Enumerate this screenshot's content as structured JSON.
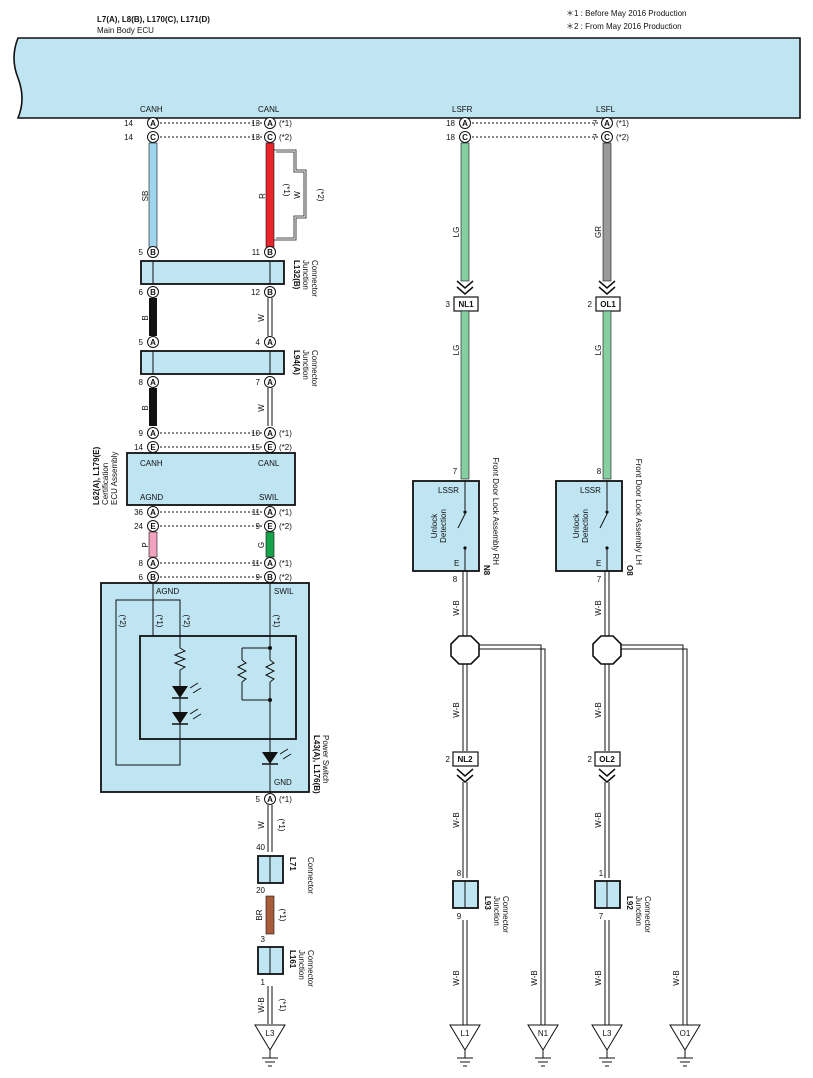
{
  "notes": {
    "n1": "＊1 : Before May 2016 Production",
    "n2": "＊2 : From May 2016 Production"
  },
  "ecu": {
    "code": "L7(A), L8(B), L170(C), L171(D)",
    "name": "Main Body ECU"
  },
  "signals": {
    "canh": "CANH",
    "canl": "CANL",
    "lsfr": "LSFR",
    "lsfl": "LSFL",
    "agnd": "AGND",
    "swil": "SWIL",
    "gnd": "GND",
    "lssr": "LSSR",
    "e": "E"
  },
  "marks": {
    "m1": "(*1)",
    "m2": "(*2)"
  },
  "connectors": {
    "A": "A",
    "B": "B",
    "C": "C",
    "E": "E",
    "nl1": "NL1",
    "ol1": "OL1",
    "nl2": "NL2",
    "ol2": "OL2"
  },
  "pins": {
    "p14": "14",
    "p13": "13",
    "p18": "18",
    "p7": "7",
    "p5": "5",
    "p11": "11",
    "p6": "6",
    "p12": "12",
    "p4": "4",
    "p8": "8",
    "p9": "9",
    "p10": "10",
    "p15": "15",
    "p36": "36",
    "p24": "24",
    "p3": "3",
    "p2": "2",
    "p40": "40",
    "p20": "20",
    "p1": "1"
  },
  "wires": {
    "sb": "SB",
    "r": "R",
    "w": "W",
    "b": "B",
    "lg": "LG",
    "gr": "GR",
    "p": "P",
    "g": "G",
    "wb": "W-B",
    "br": "BR"
  },
  "components": {
    "l132_code": "L132(B)",
    "l132_name": "Junction",
    "l94_code": "L94(A)",
    "l94_name": "Junction",
    "conn_word": "Connector",
    "cert_code": "L62(A), L179(E)",
    "cert_name1": "Certification",
    "cert_name2": "ECU Assembly",
    "n8_code": "N8",
    "n8_name": "Front Door Lock Assembly RH",
    "o8_code": "O8",
    "o8_name": "Front Door Lock Assembly LH",
    "unlock1": "Unlock",
    "unlock2": "Detection",
    "ps_code": "L43(A), L176(B)",
    "ps_name": "Power Switch",
    "l71_code": "L71",
    "l161_code": "L161",
    "l93_code": "L93",
    "l92_code": "L92"
  },
  "grounds": {
    "l3": "L3",
    "l1": "L1",
    "n1": "N1",
    "o1": "O1"
  },
  "colors": {
    "ecu_fill": "#bfe4f2",
    "sb": "#9fd6ee",
    "r": "#e8242c",
    "lg": "#86cfa1",
    "gr": "#9a9a9a",
    "p": "#f2a2c0",
    "g": "#16a34a",
    "br": "#a85d3a",
    "b": "#111111"
  }
}
